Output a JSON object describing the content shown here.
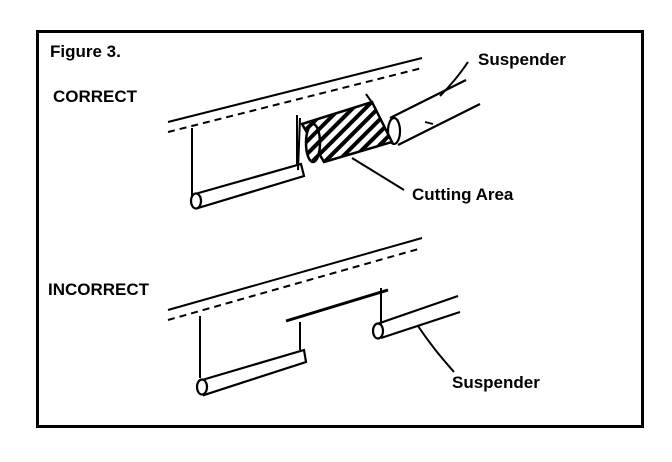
{
  "figure": {
    "title": "Figure 3.",
    "correct_label": "CORRECT",
    "incorrect_label": "INCORRECT",
    "suspender_label_top": "Suspender",
    "cutting_area_label": "Cutting Area",
    "suspender_label_bottom": "Suspender"
  },
  "colors": {
    "ink": "#000000",
    "paper": "#ffffff"
  }
}
